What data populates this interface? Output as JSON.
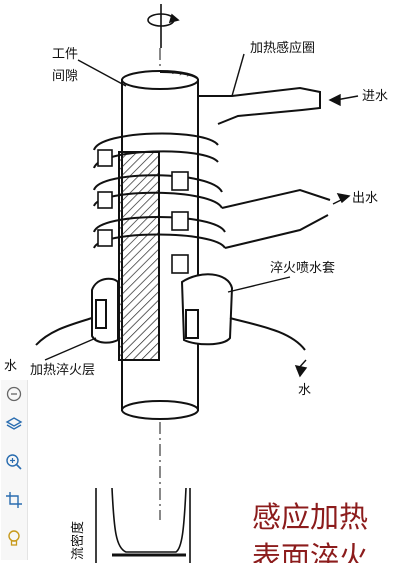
{
  "figure": {
    "labels": {
      "workpiece_gap": [
        "工件",
        "间隙"
      ],
      "heating_coil": "加热感应圈",
      "water_in": "进水",
      "water_out": "出水",
      "quench_jacket": "淬火喷水套",
      "water_left": "水",
      "hardened_layer": "加热淬火层",
      "water_bottom": "水",
      "current_density": "流密度"
    },
    "icons": [
      "rotation-arrow-icon"
    ]
  },
  "toolbar": {
    "icons": [
      "zoom-out-icon",
      "layers-icon",
      "zoom-in-icon",
      "crop-icon",
      "lightbulb-icon"
    ]
  },
  "caption": {
    "line1": "感应加热",
    "line2": "表面淬火"
  }
}
